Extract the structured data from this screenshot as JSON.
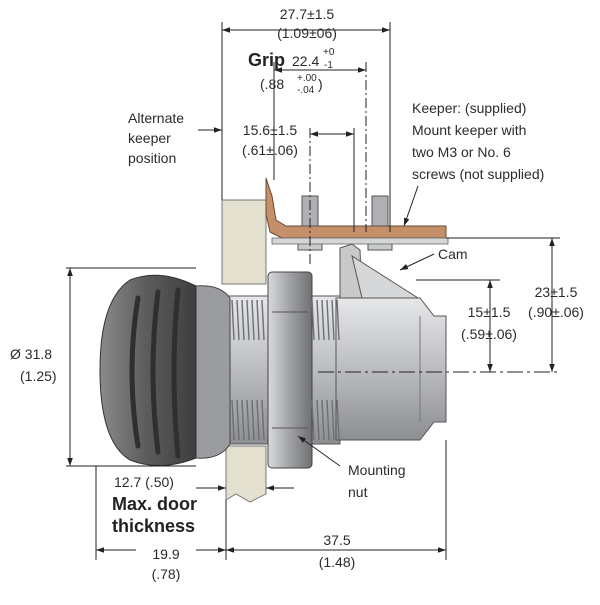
{
  "colors": {
    "line": "#222222",
    "body_gray": "#bdbfc2",
    "body_dark": "#7c7e82",
    "keeper": "#c79572",
    "door": "#e2dfce",
    "knob": "#5d5d5d"
  },
  "dims": {
    "overall_width": {
      "value": "27.7±1.5",
      "inch": "(1.09±06)"
    },
    "grip": {
      "label": "Grip",
      "value": "22.4",
      "tol_upper": "+0",
      "tol_lower": "-1",
      "inch_open": "(.88 ",
      "inch_upper": "+.00",
      "inch_lower": "-.04",
      "inch_close": " )"
    },
    "alt_keeper": [
      "Alternate",
      "keeper",
      "position"
    ],
    "keeper_offset": {
      "value": "15.6±1.5",
      "inch": "(.61±.06)"
    },
    "keeper_note": [
      "Keeper: (supplied)",
      "Mount keeper with",
      "two M3 or No. 6",
      "screws (not supplied)"
    ],
    "cam": "Cam",
    "cam_reach": {
      "value": "23±1.5",
      "inch": "(.90±.06)"
    },
    "cam_offset": {
      "value": "15±1.5",
      "inch": "(.59±.06)"
    },
    "diameter": {
      "value": "Ø 31.8",
      "inch": "(1.25)"
    },
    "door_thickness": {
      "value": "12.7 (.50)",
      "label_1": "Max. door",
      "label_2": "thickness"
    },
    "mounting_nut": [
      "Mounting",
      "nut"
    ],
    "head_depth": {
      "value": "19.9",
      "inch": "(.78)"
    },
    "body_length": {
      "value": "37.5",
      "inch": "(1.48)"
    }
  }
}
